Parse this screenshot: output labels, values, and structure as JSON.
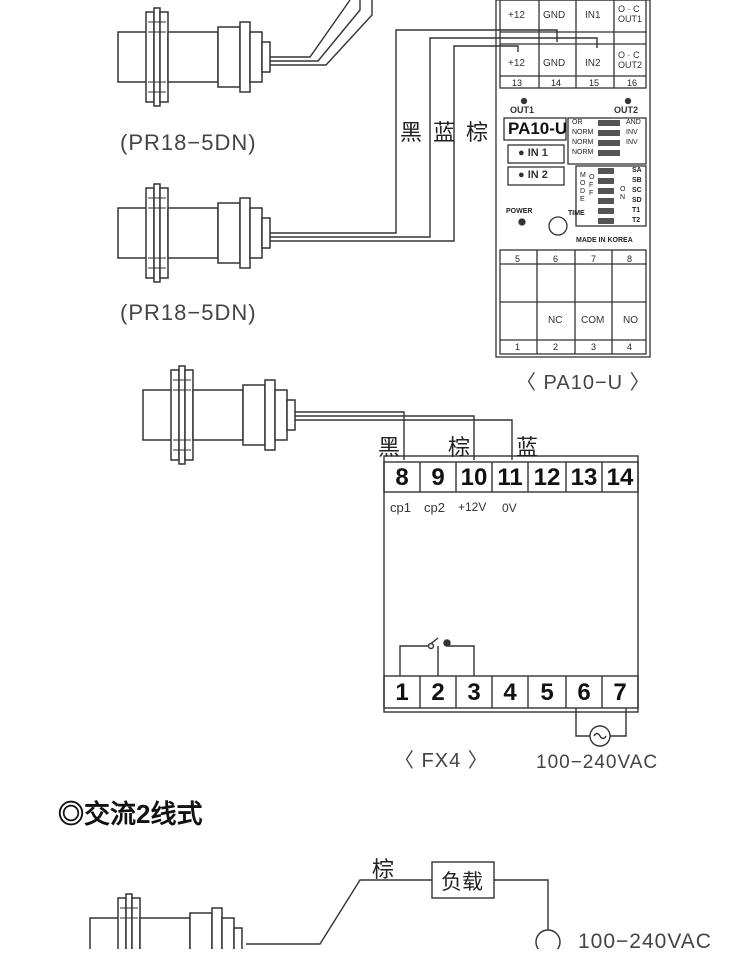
{
  "pa10": {
    "top_terminals": [
      {
        "label": "+12",
        "number": "13"
      },
      {
        "label": "GND",
        "number": "14"
      },
      {
        "label": "IN2",
        "number": "15"
      },
      {
        "label": "O · C\nOUT2",
        "number": "16"
      }
    ],
    "top_row_above": [
      "+12",
      "GND",
      "IN1",
      "O · C\nOUT1"
    ],
    "out1": "OUT1",
    "out2": "OUT2",
    "model": "PA10-U",
    "in1": "● IN 1",
    "in2": "● IN 2",
    "switch_rows": [
      {
        "left": "OR",
        "right": "AND"
      },
      {
        "left": "NORM",
        "right": "INV"
      },
      {
        "left": "NORM",
        "right": "INV"
      },
      {
        "left": "NORM",
        "right": ""
      }
    ],
    "mode_label": "MODE",
    "off_label": "OFF",
    "on_label": "ON",
    "mode_codes": [
      "SA",
      "SB",
      "SC",
      "SD",
      "T1",
      "T2"
    ],
    "power": "POWER",
    "time": "TIME",
    "made_in": "MADE IN KOREA",
    "bottom_top_numbers": [
      "5",
      "6",
      "7",
      "8"
    ],
    "bottom_labels": [
      "",
      "NC",
      "COM",
      "NO"
    ],
    "bottom_numbers": [
      "1",
      "2",
      "3",
      "4"
    ],
    "caption": "〈 PA10−U 〉"
  },
  "sensor_caption_1": "(PR18−5DN)",
  "sensor_caption_2": "(PR18−5DN)",
  "wire_colors_pa10": "黑 蓝 棕",
  "fx4": {
    "wire_black": "黑",
    "wire_brown": "棕",
    "wire_blue": "蓝",
    "top_terminals": [
      "8",
      "9",
      "10",
      "11",
      "12",
      "13",
      "14"
    ],
    "signals": [
      "cp1",
      "cp2",
      "+12V",
      "0V"
    ],
    "bottom_terminals": [
      "1",
      "2",
      "3",
      "4",
      "5",
      "6",
      "7"
    ],
    "caption": "〈 FX4 〉",
    "supply": "100−240VAC"
  },
  "section_title": "◎交流2线式",
  "ac2": {
    "wire_brown": "棕",
    "load": "负载",
    "supply": "100−240VAC"
  }
}
